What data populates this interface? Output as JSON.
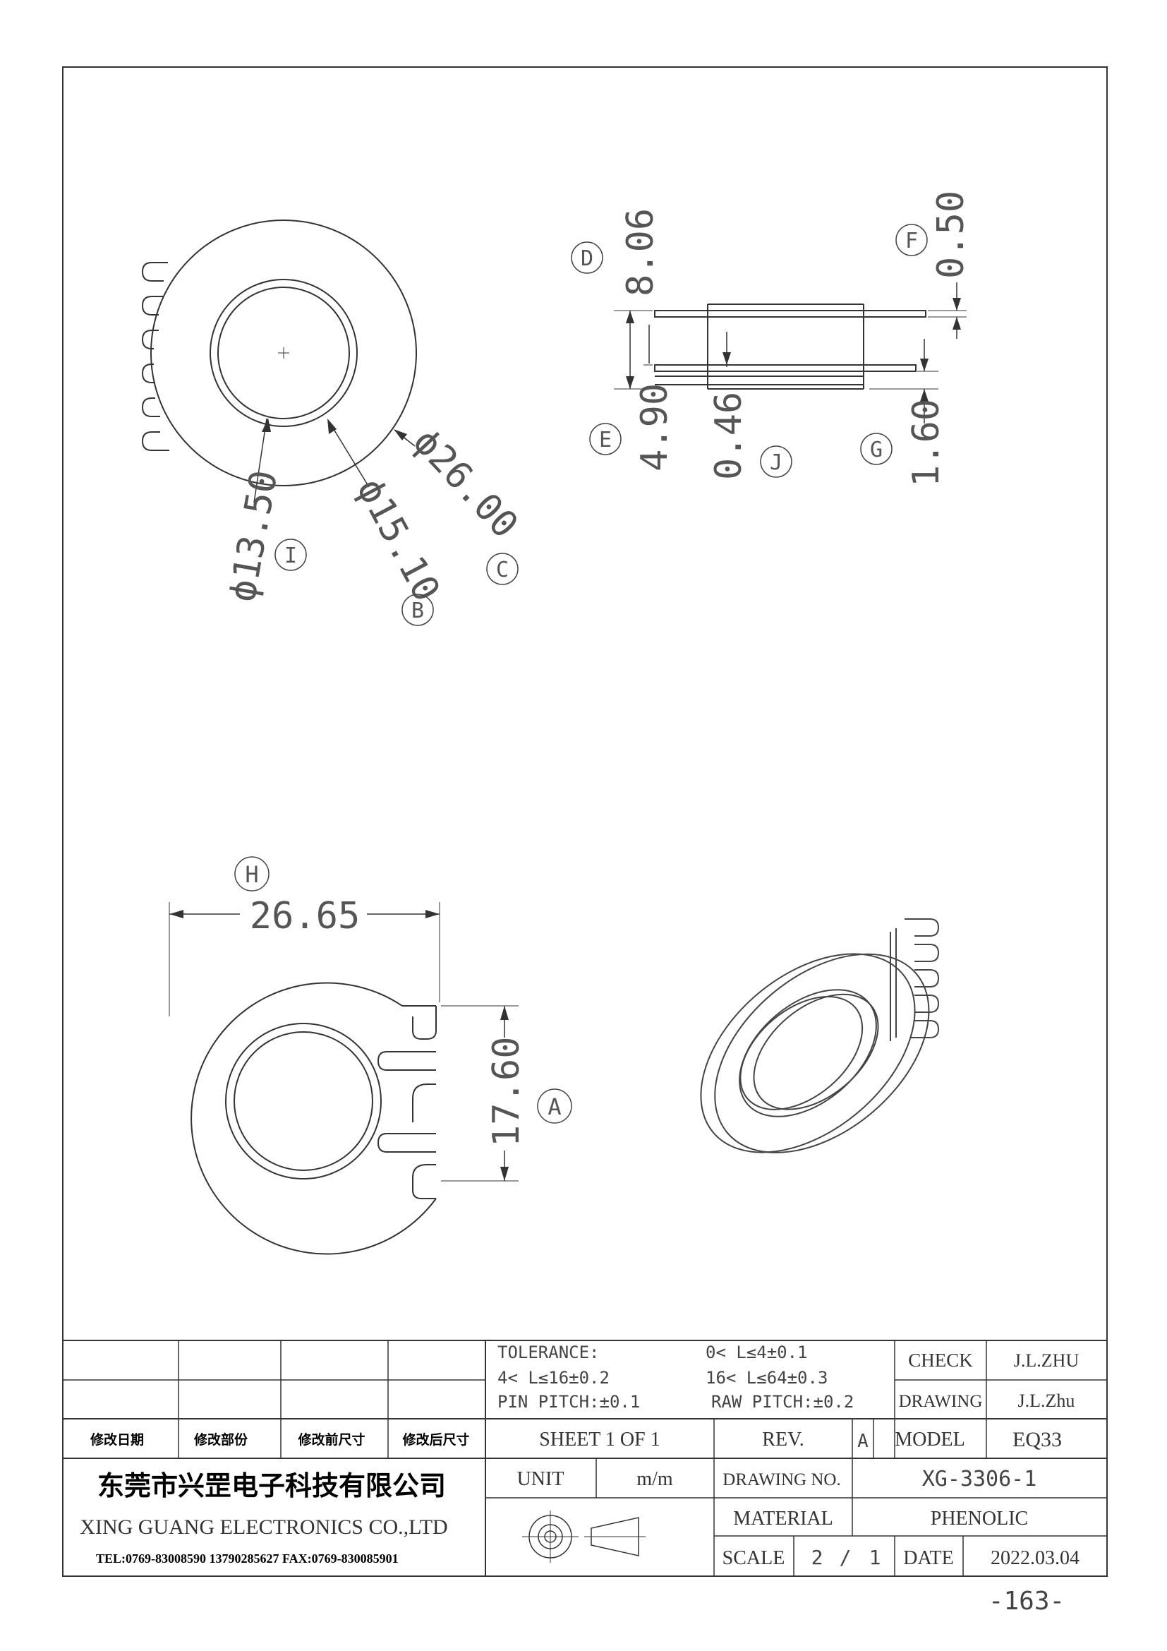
{
  "views": {
    "top": {
      "dia_outer": "ϕ26.00",
      "dia_middle": "ϕ15.10",
      "dia_inner": "ϕ13.50",
      "tag_outer": "C",
      "tag_middle": "B",
      "tag_inner": "I"
    },
    "side": {
      "height_total": "8.06",
      "height_lower": "4.90",
      "wall": "0.46",
      "flange": "0.50",
      "flange_bottom": "1.60",
      "tag_total": "D",
      "tag_lower": "E",
      "tag_wall": "J",
      "tag_flange": "F",
      "tag_flange_bottom": "G"
    },
    "bottom": {
      "width": "26.65",
      "pin_span": "17.60",
      "tag_width": "H",
      "tag_span": "A"
    }
  },
  "title_block": {
    "revision_headers": [
      "修改日期",
      "修改部份",
      "修改前尺寸",
      "修改后尺寸"
    ],
    "tolerance_label": "TOLERANCE:",
    "tol_1": "0< L≤4±0.1",
    "tol_2": "4< L≤16±0.2",
    "tol_3": "16< L≤64±0.3",
    "pin_pitch": "PIN PITCH:±0.1",
    "raw_pitch": "RAW PITCH:±0.2",
    "check_label": "CHECK",
    "check_value": "J.L.ZHU",
    "drawing_label": "DRAWING",
    "drawing_value": "J.L.Zhu",
    "sheet": "SHEET 1 OF 1",
    "rev_label": "REV.",
    "rev_value": "A",
    "model_label": "MODEL",
    "model_value": "EQ33",
    "company_cn": "东莞市兴罡电子科技有限公司",
    "company_en": "XING GUANG ELECTRONICS CO.,LTD",
    "contact": "TEL:0769-83008590 13790285627 FAX:0769-830085901",
    "unit_label": "UNIT",
    "unit_value": "m/m",
    "drawing_no_label": "DRAWING NO.",
    "drawing_no_value": "XG-3306-1",
    "material_label": "MATERIAL",
    "material_value": "PHENOLIC",
    "scale_label": "SCALE",
    "scale_num": "2",
    "scale_sep": "/",
    "scale_den": "1",
    "date_label": "DATE",
    "date_value": "2022.03.04"
  },
  "page_number": "-163-"
}
